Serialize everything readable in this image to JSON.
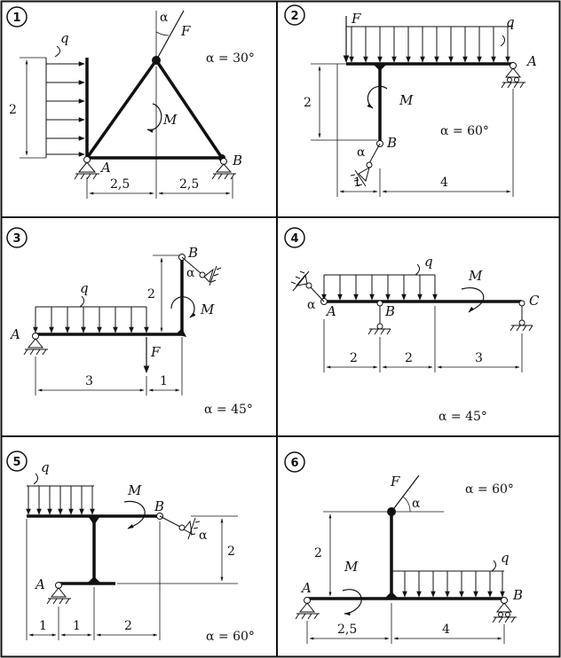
{
  "panels": [
    {
      "number": "1",
      "angle": "α = 30°",
      "labels": {
        "q": "q",
        "F": "F",
        "M": "M",
        "A": "A",
        "B": "B",
        "alpha": "α"
      },
      "dims": {
        "height": "2",
        "left": "2,5",
        "right": "2,5"
      }
    },
    {
      "number": "2",
      "angle": "α = 60°",
      "labels": {
        "F": "F",
        "q": "q",
        "A": "A",
        "M": "M",
        "B": "B",
        "alpha": "α"
      },
      "dims": {
        "height": "2",
        "left": "1",
        "right": "4"
      }
    },
    {
      "number": "3",
      "angle": "α = 45°",
      "labels": {
        "q": "q",
        "A": "A",
        "B": "B",
        "M": "M",
        "F": "F",
        "alpha": "α"
      },
      "dims": {
        "height": "2",
        "left": "3",
        "right": "1"
      }
    },
    {
      "number": "4",
      "angle": "α = 45°",
      "labels": {
        "q": "q",
        "M": "M",
        "A": "A",
        "B": "B",
        "C": "C",
        "alpha": "α"
      },
      "dims": {
        "d1": "2",
        "d2": "2",
        "d3": "3"
      }
    },
    {
      "number": "5",
      "angle": "α = 60°",
      "labels": {
        "q": "q",
        "M": "M",
        "B": "B",
        "A": "A",
        "alpha": "α"
      },
      "dims": {
        "height": "2",
        "d1": "1",
        "d2": "1",
        "d3": "2"
      }
    },
    {
      "number": "6",
      "angle": "α = 60°",
      "labels": {
        "F": "F",
        "alpha": "α",
        "q": "q",
        "M": "M",
        "A": "A",
        "B": "B"
      },
      "dims": {
        "height": "2",
        "left": "2,5",
        "right": "4"
      }
    }
  ]
}
